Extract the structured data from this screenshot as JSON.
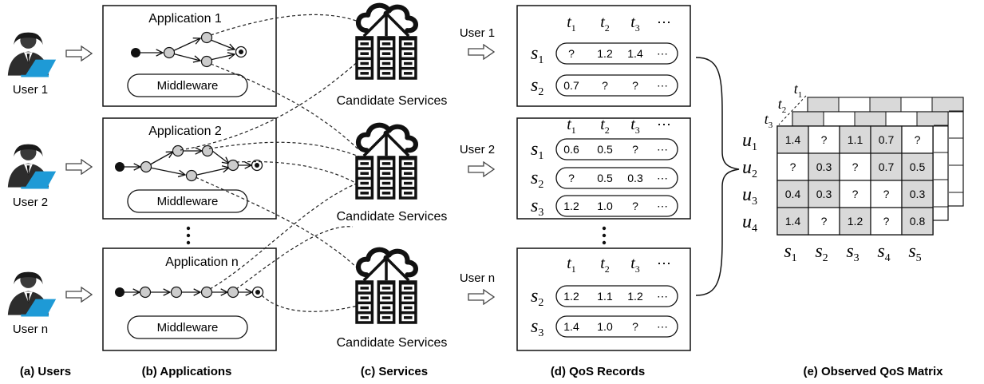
{
  "users": [
    {
      "label": "User 1"
    },
    {
      "label": "User 2"
    },
    {
      "label": "User n"
    }
  ],
  "applications": [
    {
      "title": "Application 1",
      "middleware": "Middleware"
    },
    {
      "title": "Application 2",
      "middleware": "Middleware"
    },
    {
      "title": "Application n",
      "middleware": "Middleware"
    }
  ],
  "services": [
    {
      "label": "Candidate Services"
    },
    {
      "label": "Candidate Services"
    },
    {
      "label": "Candidate Services"
    }
  ],
  "qos_records": {
    "time_headers": [
      "t",
      "1",
      "t",
      "2",
      "t",
      "3",
      "⋯"
    ],
    "groups": [
      {
        "user": "User 1",
        "rows": [
          {
            "service": "s",
            "sub": "1",
            "values": [
              "?",
              "1.2",
              "1.4",
              "⋯"
            ]
          },
          {
            "service": "s",
            "sub": "2",
            "values": [
              "0.7",
              "?",
              "?",
              "⋯"
            ]
          }
        ]
      },
      {
        "user": "User 2",
        "rows": [
          {
            "service": "s",
            "sub": "1",
            "values": [
              "0.6",
              "0.5",
              "?",
              "⋯"
            ]
          },
          {
            "service": "s",
            "sub": "2",
            "values": [
              "?",
              "0.5",
              "0.3",
              "⋯"
            ]
          },
          {
            "service": "s",
            "sub": "3",
            "values": [
              "1.2",
              "1.0",
              "?",
              "⋯"
            ]
          }
        ]
      },
      {
        "user": "User n",
        "rows": [
          {
            "service": "s",
            "sub": "2",
            "values": [
              "1.2",
              "1.1",
              "1.2",
              "⋯"
            ]
          },
          {
            "service": "s",
            "sub": "3",
            "values": [
              "1.4",
              "1.0",
              "?",
              "⋯"
            ]
          }
        ]
      }
    ]
  },
  "matrix": {
    "layers": [
      {
        "t": "t",
        "sub": "1"
      },
      {
        "t": "t",
        "sub": "2"
      },
      {
        "t": "t",
        "sub": "3"
      }
    ],
    "row_labels": [
      {
        "v": "u",
        "sub": "1"
      },
      {
        "v": "u",
        "sub": "2"
      },
      {
        "v": "u",
        "sub": "3"
      },
      {
        "v": "u",
        "sub": "4"
      }
    ],
    "col_labels": [
      {
        "v": "s",
        "sub": "1"
      },
      {
        "v": "s",
        "sub": "2"
      },
      {
        "v": "s",
        "sub": "3"
      },
      {
        "v": "s",
        "sub": "4"
      },
      {
        "v": "s",
        "sub": "5"
      }
    ],
    "cells": [
      [
        "1.4",
        "?",
        "1.1",
        "0.7",
        "?"
      ],
      [
        "?",
        "0.3",
        "?",
        "0.7",
        "0.5"
      ],
      [
        "0.4",
        "0.3",
        "?",
        "?",
        "0.3"
      ],
      [
        "1.4",
        "?",
        "1.2",
        "?",
        "0.8"
      ]
    ],
    "observed_fill": "#d9d9d9"
  },
  "captions": {
    "users": "(a) Users",
    "applications": "(b) Applications",
    "services": "(c) Services",
    "records": "(d) QoS Records",
    "matrix": "(e) Observed QoS Matrix"
  },
  "colors": {
    "line": "#111111",
    "node_fill": "#cccccc",
    "user_accent": "#1e9ad6"
  }
}
